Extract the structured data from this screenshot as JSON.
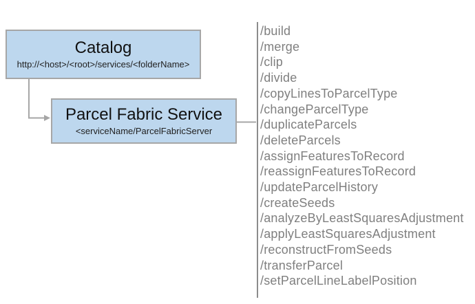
{
  "diagram": {
    "catalog_box": {
      "title": "Catalog",
      "subtitle": "http://<host>/<root>/services/<folderName>"
    },
    "service_box": {
      "title": "Parcel Fabric Service",
      "subtitle": "<serviceName/ParcelFabricServer"
    },
    "endpoints": [
      "/build",
      "/merge",
      "/clip",
      "/divide",
      "/copyLinesToParcelType",
      "/changeParcelType",
      "/duplicateParcels",
      "/deleteParcels",
      "/assignFeaturesToRecord",
      "/reassignFeaturesToRecord",
      "/updateParcelHistory",
      "/createSeeds",
      "/analyzeByLeastSquaresAdjustment",
      "/applyLeastSquaresAdjustment",
      "/reconstructFromSeeds",
      "/transferParcel",
      "/setParcelLineLabelPosition"
    ],
    "colors": {
      "box_fill": "#BDD7EE",
      "box_border": "#A6A6A6",
      "connector": "#A6A6A6",
      "divider": "#8C8C8C",
      "title_text": "#111111",
      "subtitle_text": "#202020",
      "endpoint_text": "#7F7F7F"
    }
  }
}
